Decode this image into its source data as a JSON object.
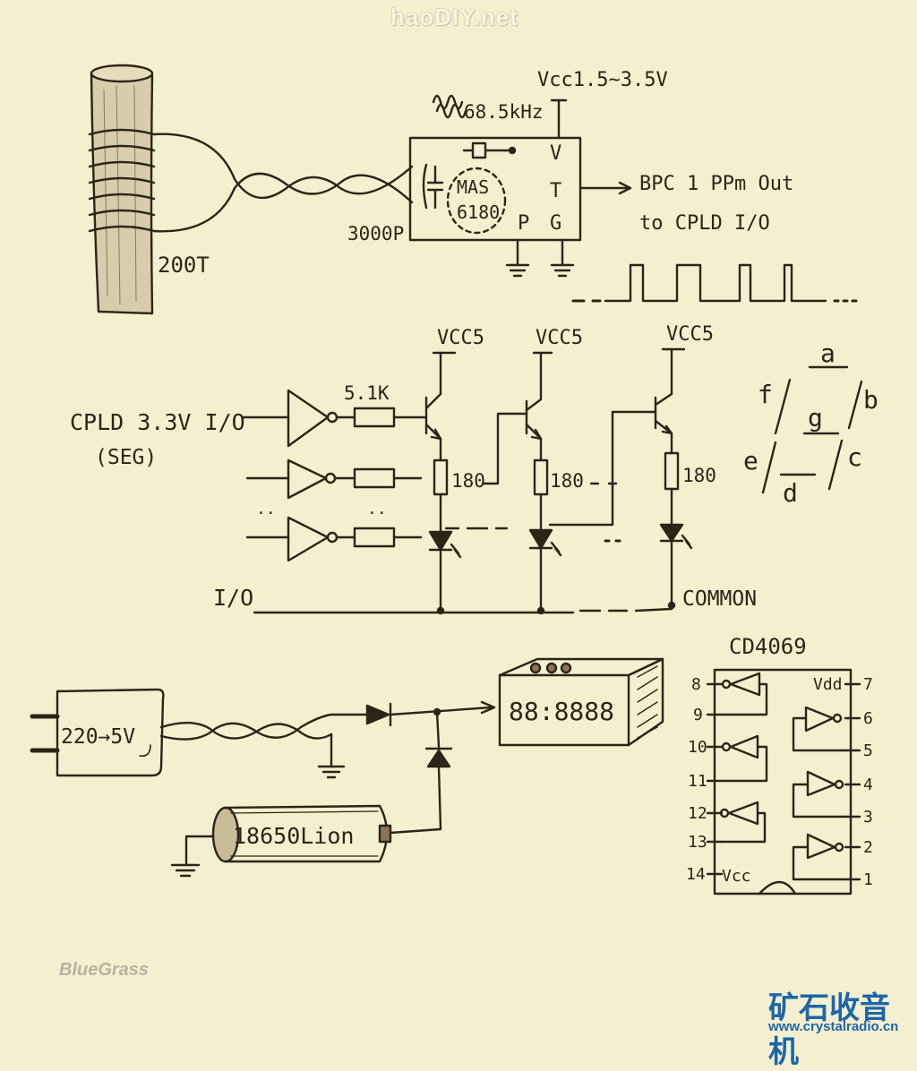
{
  "watermarks": {
    "top": "haoDIY.net",
    "author": "BlueGrass",
    "site_cn": "矿石收音机",
    "site_url": "www.crystalradio.cn"
  },
  "receiver": {
    "coil_turns": "200T",
    "capacitor": "3000P",
    "crystal_freq": "68.5kHz",
    "vcc": "Vcc1.5~3.5V",
    "chip_line1": "MAS",
    "chip_line2": "6180",
    "pin_v": "V",
    "pin_t": "T",
    "pin_g": "G",
    "pin_p": "P",
    "output_line1": "BPC 1 PPm Out",
    "output_line2": "to CPLD I/O"
  },
  "driver": {
    "vcc_labels": [
      "VCC5",
      "VCC5",
      "VCC5"
    ],
    "cpld_line1": "CPLD 3.3V I/O",
    "cpld_line2": "(SEG)",
    "resistor_base": "5.1K",
    "resistors_led": [
      "180",
      "180",
      "180"
    ],
    "io_label": "I/O",
    "common_label": "COMMON",
    "dots": ".."
  },
  "segments": {
    "a": "a",
    "b": "b",
    "c": "c",
    "d": "d",
    "e": "e",
    "f": "f",
    "g": "g"
  },
  "power": {
    "adapter": "220→5V",
    "battery": "18650Lion",
    "display": "88:8888"
  },
  "cd4069": {
    "title": "CD4069",
    "vdd": "Vdd",
    "vcc": "Vcc",
    "left_pins": [
      "8",
      "9",
      "10",
      "11",
      "12",
      "13",
      "14"
    ],
    "right_pins": [
      "7",
      "6",
      "5",
      "4",
      "3",
      "2",
      "1"
    ]
  }
}
